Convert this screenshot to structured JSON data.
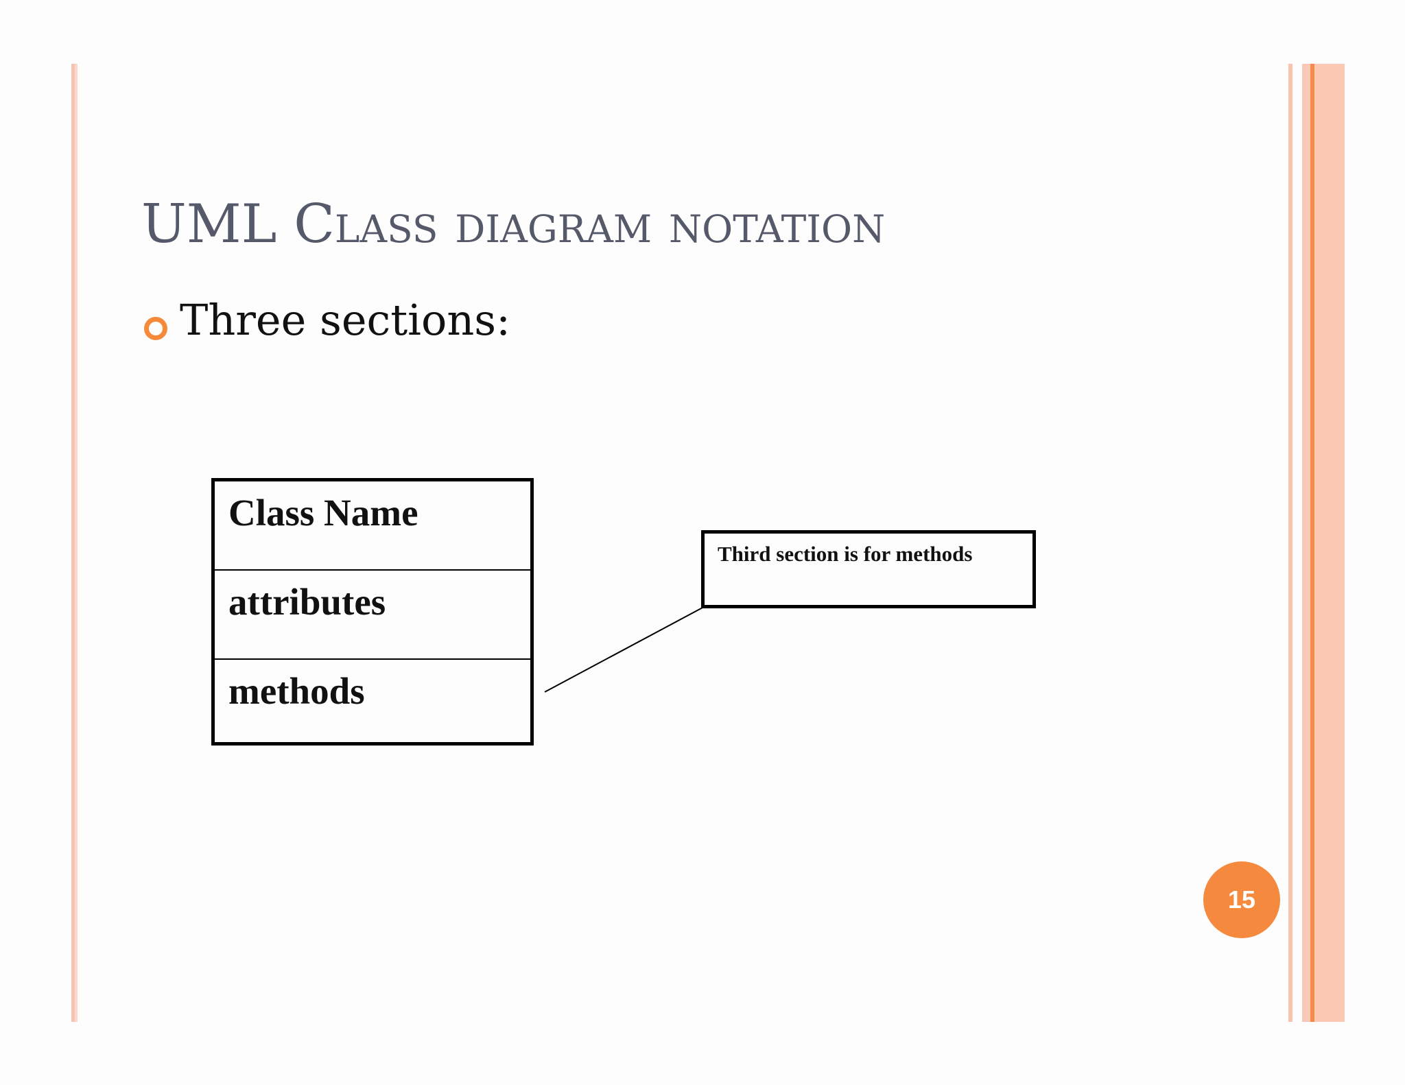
{
  "slide": {
    "title": "UML Class diagram notation",
    "bullet": "Three sections:",
    "page_number": "15"
  },
  "class_box": {
    "sections": [
      {
        "label": "Class Name"
      },
      {
        "label": "attributes"
      },
      {
        "label": "methods"
      }
    ]
  },
  "note": {
    "text": "Third section is for methods"
  },
  "colors": {
    "accent": "#f5893e",
    "title": "#55596a",
    "bar_light": "#f9c9b7"
  },
  "icons": {
    "bullet": "hollow-circle-icon"
  }
}
